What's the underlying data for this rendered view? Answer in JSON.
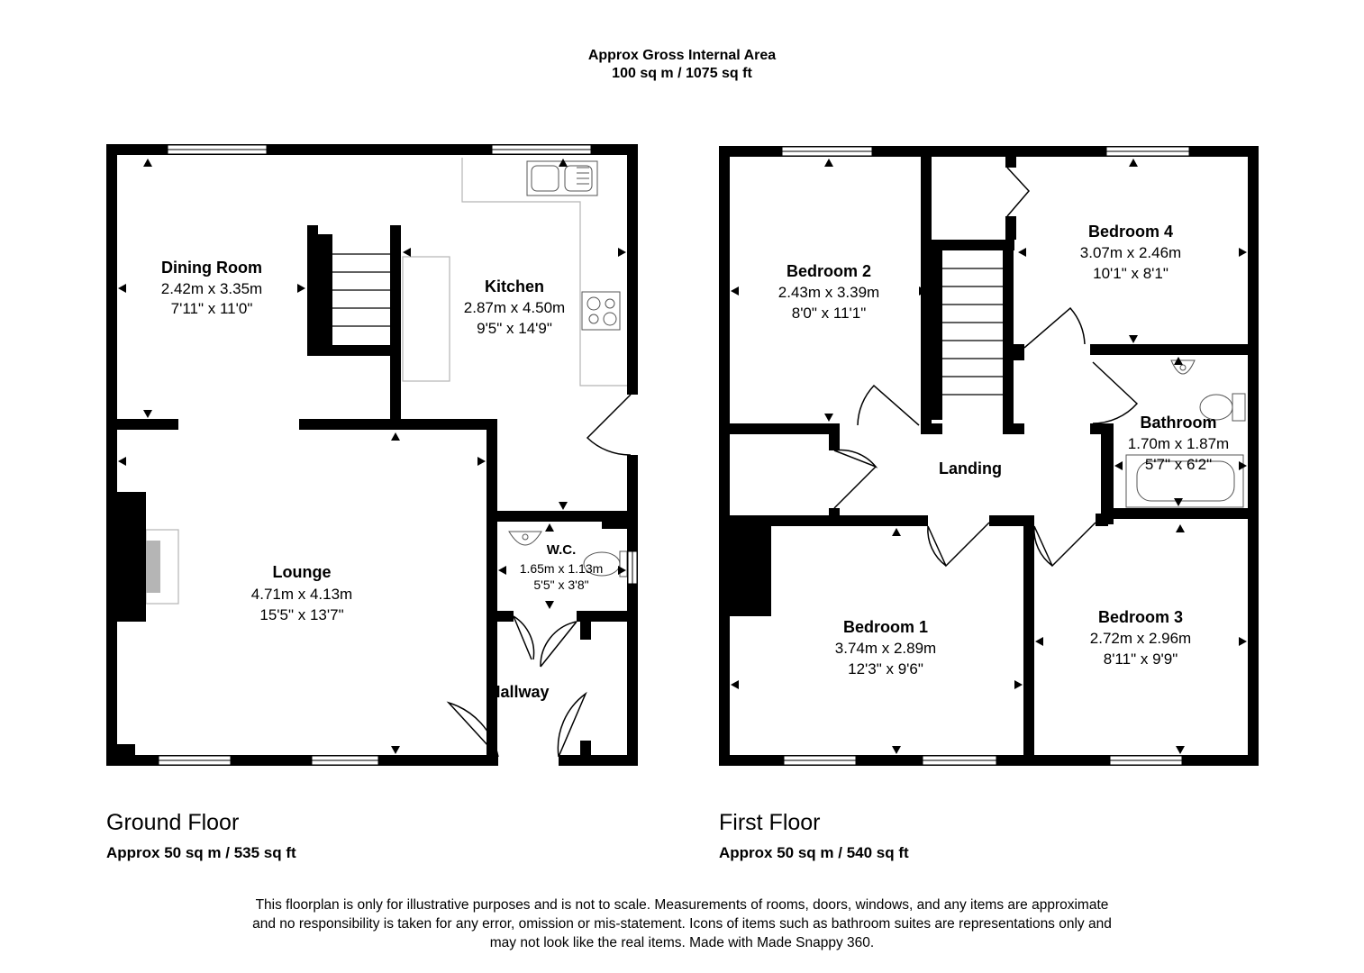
{
  "header": {
    "line1": "Approx Gross Internal Area",
    "line2": "100 sq m / 1075 sq ft"
  },
  "ground_floor": {
    "title": "Ground Floor",
    "area": "Approx 50 sq m / 535 sq ft",
    "rooms": {
      "dining": {
        "name": "Dining Room",
        "metric": "2.42m x 3.35m",
        "imperial": "7'11\" x 11'0\""
      },
      "kitchen": {
        "name": "Kitchen",
        "metric": "2.87m x 4.50m",
        "imperial": "9'5\" x 14'9\""
      },
      "lounge": {
        "name": "Lounge",
        "metric": "4.71m x 4.13m",
        "imperial": "15'5\" x 13'7\""
      },
      "wc": {
        "name": "W.C.",
        "metric": "1.65m x 1.13m",
        "imperial": "5'5\" x 3'8\""
      },
      "hallway": {
        "name": "Hallway"
      }
    }
  },
  "first_floor": {
    "title": "First Floor",
    "area": "Approx 50 sq m / 540 sq ft",
    "rooms": {
      "bedroom2": {
        "name": "Bedroom 2",
        "metric": "2.43m x 3.39m",
        "imperial": "8'0\" x 11'1\""
      },
      "bedroom4": {
        "name": "Bedroom 4",
        "metric": "3.07m x 2.46m",
        "imperial": "10'1\" x 8'1\""
      },
      "bathroom": {
        "name": "Bathroom",
        "metric": "1.70m x 1.87m",
        "imperial": "5'7\" x 6'2\""
      },
      "landing": {
        "name": "Landing"
      },
      "bedroom1": {
        "name": "Bedroom 1",
        "metric": "3.74m x 2.89m",
        "imperial": "12'3\" x 9'6\""
      },
      "bedroom3": {
        "name": "Bedroom 3",
        "metric": "2.72m x 2.96m",
        "imperial": "8'11\" x 9'9\""
      }
    }
  },
  "disclaimer": {
    "line1": "This floorplan is only for illustrative purposes and is not to scale. Measurements of rooms, doors, windows, and any items are approximate",
    "line2": "and no responsibility is taken for any error, omission or mis-statement. Icons of items such as bathroom suites are representations only and",
    "line3": "may not look like the real items. Made with Made Snappy 360."
  },
  "colors": {
    "wall": "#000000",
    "fixture": "#b5b5b5",
    "background": "#ffffff"
  }
}
